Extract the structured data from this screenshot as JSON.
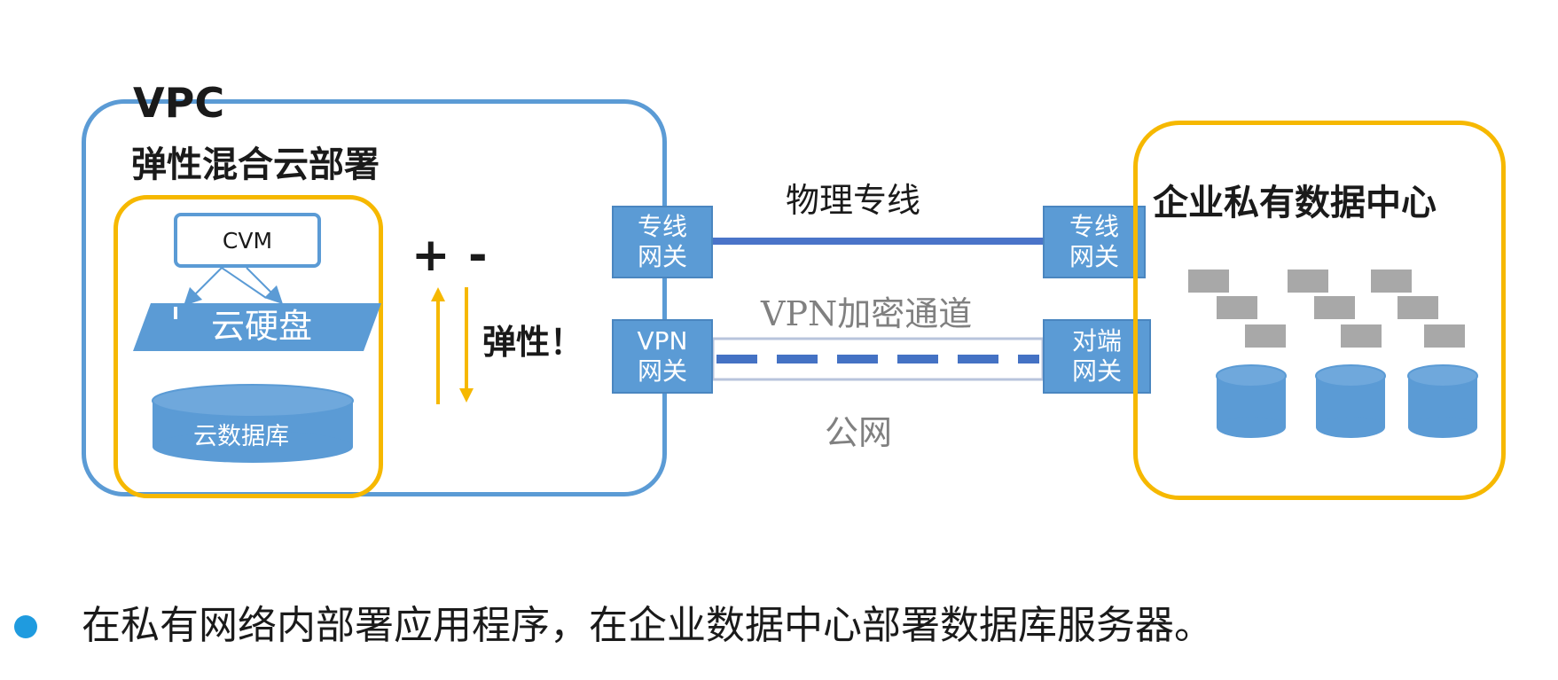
{
  "vpc": {
    "title": "VPC",
    "subtitle": "弹性混合云部署"
  },
  "cloud": {
    "cvm": "CVM",
    "disk": "云硬盘",
    "database": "云数据库"
  },
  "elastic": {
    "plus": "+",
    "minus": "-",
    "label": "弹性！"
  },
  "gateways": {
    "dedicated_left": [
      "专线",
      "网关"
    ],
    "vpn_left": [
      "VPN",
      "网关"
    ],
    "dedicated_right": [
      "专线",
      "网关"
    ],
    "peer_right": [
      "对端",
      "网关"
    ]
  },
  "links": {
    "dedicated": "物理专线",
    "vpn": "VPN加密通道",
    "public": "公网"
  },
  "datacenter": {
    "title": "企业私有数据中心"
  },
  "bullet": "在私有网络内部署应用程序，在企业数据中心部署数据库服务器。",
  "colors": {
    "blue": "#5b9bd5",
    "orange": "#f6b800",
    "gray_block": "#a8a8a8",
    "bullet": "#1f9bdf"
  }
}
